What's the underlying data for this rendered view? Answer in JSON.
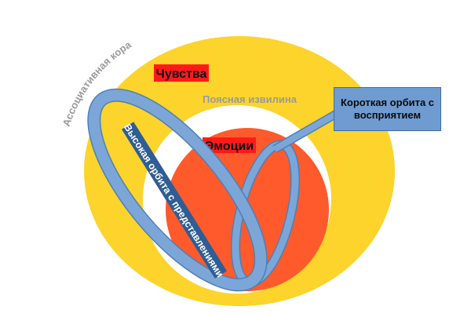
{
  "diagram": {
    "outer_label": "Ассоциативная кора",
    "feelings_label": "Чувства",
    "cingulate_label": "Поясная извилина",
    "emotions_label": "Эмоции",
    "high_orbit_label": "Высокая орбита с представлениями",
    "short_orbit_label": "Короткая орбита с восприятием"
  },
  "colors": {
    "outer_ellipse": "#fcd42b",
    "white_ring": "#ffffff",
    "inner_circle": "#ff5a2c",
    "label_highlight": "#ff1a1a",
    "orbit_fill": "#7ba6d7",
    "orbit_stroke": "#4f7fb4",
    "callout_fill": "#6f9bd0",
    "grey_text": "#9a9a9a"
  }
}
